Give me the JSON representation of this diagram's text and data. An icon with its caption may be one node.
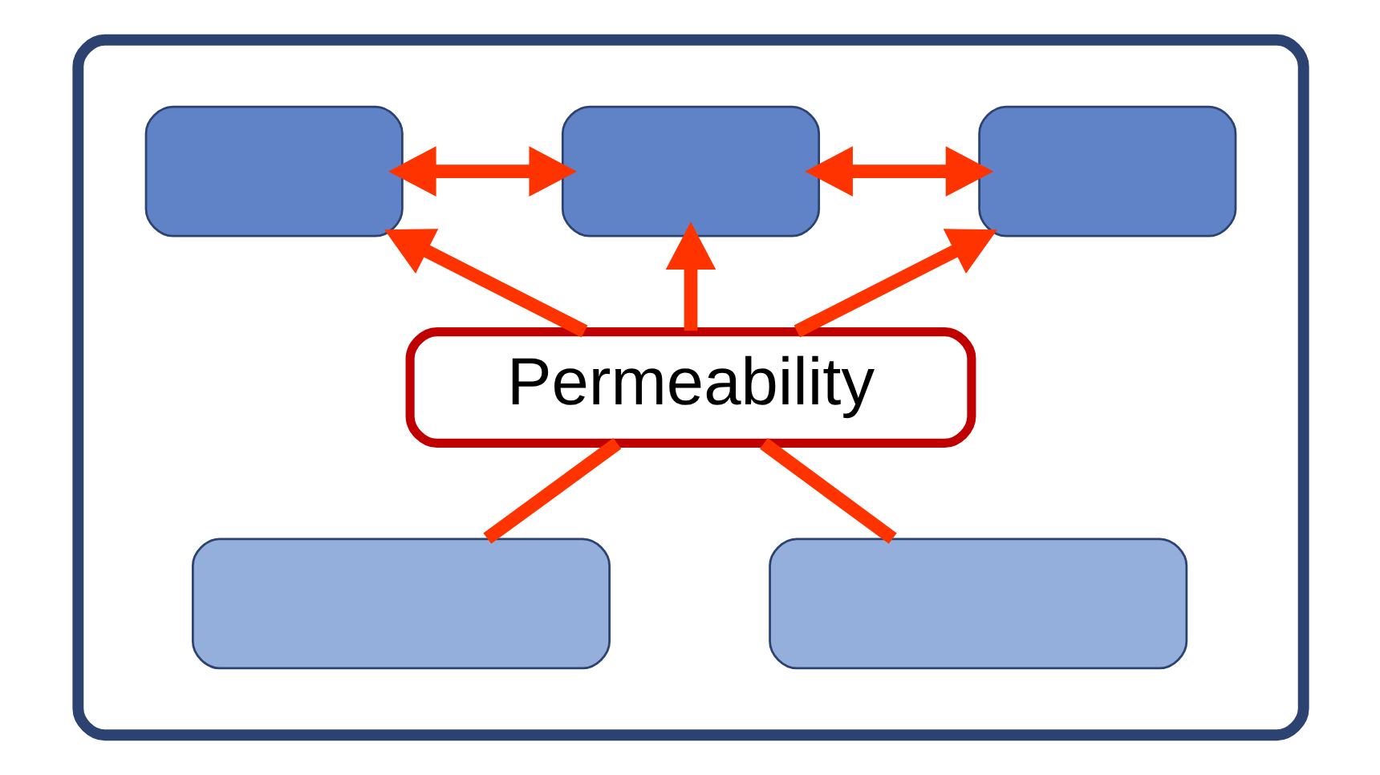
{
  "diagram": {
    "nodes": [
      {
        "text": [],
        "shape": "box"
      },
      {
        "text": [],
        "shape": "box",
        "in": 0
      },
      {
        "text": [],
        "shape": "box",
        "in": 0
      },
      {
        "text": [],
        "shape": "box",
        "in": 0
      },
      {
        "text": [
          "Permeability"
        ],
        "in": 0
      },
      {
        "text": [],
        "shape": "box",
        "in": 0
      },
      {
        "text": [],
        "shape": "box",
        "in": 0
      }
    ],
    "edges": [
      {
        "from": 1,
        "to": 2,
        "arrow": "both"
      },
      {
        "from": 2,
        "to": 3,
        "arrow": "both"
      },
      {
        "from": 4,
        "to": 1,
        "arrow": "to"
      },
      {
        "from": 4,
        "to": 2,
        "arrow": "to"
      },
      {
        "from": 4,
        "to": 3,
        "arrow": "to"
      },
      {
        "from": 5,
        "to": 4,
        "arrow": "none"
      },
      {
        "from": 6,
        "to": 4,
        "arrow": "none"
      }
    ]
  }
}
